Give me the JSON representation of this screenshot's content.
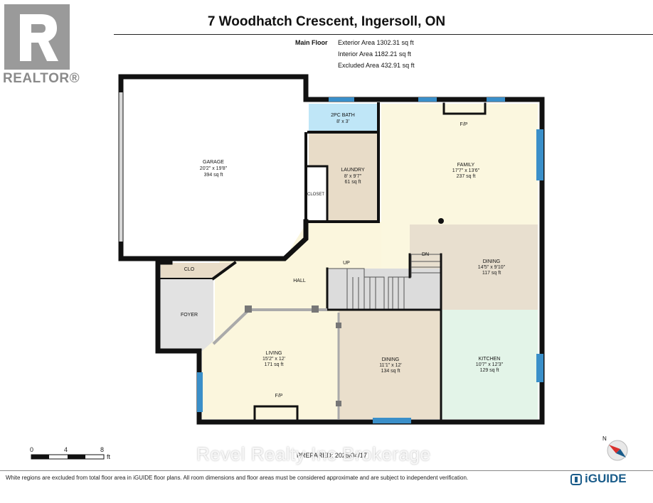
{
  "title": "7 Woodhatch Crescent, Ingersoll, ON",
  "floor": {
    "name": "Main Floor",
    "exterior": "Exterior Area 1302.31 sq ft",
    "interior": "Interior Area 1182.21 sq ft",
    "excluded": "Excluded Area 432.91 sq ft"
  },
  "rooms": {
    "garage": {
      "name": "GARAGE",
      "dims": "20'2\" x 19'8\"",
      "area": "394 sq ft"
    },
    "bath": {
      "name": "2PC BATH",
      "dims": "8' x 3'"
    },
    "laundry": {
      "name": "LAUNDRY",
      "dims": "8' x 9'7\"",
      "area": "61 sq ft"
    },
    "closet": {
      "name": "CLOSET"
    },
    "family": {
      "name": "FAMILY",
      "dims": "17'7\" x 13'6\"",
      "area": "237 sq ft",
      "fp": "F/P"
    },
    "dining_upper": {
      "name": "DINING",
      "dims": "14'5\" x 9'10\"",
      "area": "117 sq ft"
    },
    "clo": {
      "name": "CLO"
    },
    "foyer": {
      "name": "FOYER"
    },
    "hall": {
      "name": "HALL"
    },
    "up": "UP",
    "dn": "DN",
    "living": {
      "name": "LIVING",
      "dims": "15'2\" x 12'",
      "area": "171 sq ft",
      "fp": "F/P"
    },
    "dining_lower": {
      "name": "DINING",
      "dims": "11'1\" x 12'",
      "area": "134 sq ft"
    },
    "kitchen": {
      "name": "KITCHEN",
      "dims": "10'7\" x 12'3\"",
      "area": "129 sq ft"
    }
  },
  "scale": {
    "tick0": "0",
    "tick1": "4",
    "tick2": "8",
    "unit": "ft"
  },
  "prepared": "PREPARED: 2025/04/17",
  "watermark": "Revel Realty Inc Brokerage",
  "logo_text": "REALTOR®",
  "footer_note": "White regions are excluded from total floor area in iGUIDE floor plans. All room dimensions and floor areas must be considered approximate and are subject to independent verification.",
  "brand": "iGUIDE",
  "compass_letter": "N",
  "colors": {
    "wall": "#111111",
    "window": "#3a8fc9",
    "bath": "#bfe6f7",
    "laundry": "#e8dcc8",
    "family": "#fbf7df",
    "dining_upper": "#e8dfcf",
    "dining_lower": "#eadfcc",
    "kitchen": "#e3f4e8",
    "living": "#fbf6dd",
    "foyer": "#e2e2e2",
    "stairs": "#dcdcdc"
  }
}
